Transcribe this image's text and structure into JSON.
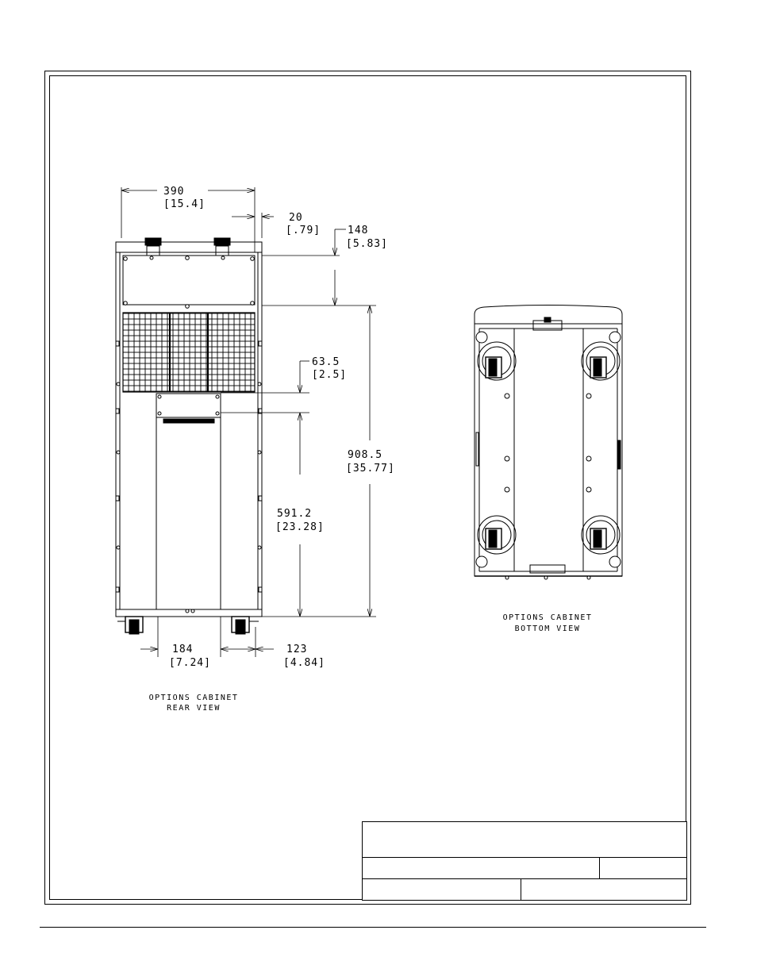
{
  "rear_view": {
    "caption_line1": "OPTIONS CABINET",
    "caption_line2": "REAR VIEW",
    "dims": {
      "w390_mm": "390",
      "w390_in": "[15.4]",
      "d20_mm": "20",
      "d20_in": "[.79]",
      "d148_mm": "148",
      "d148_in": "[5.83]",
      "d63_mm": "63.5",
      "d63_in": "[2.5]",
      "d908_mm": "908.5",
      "d908_in": "[35.77]",
      "d591_mm": "591.2",
      "d591_in": "[23.28]",
      "d184_mm": "184",
      "d184_in": "[7.24]",
      "d123_mm": "123",
      "d123_in": "[4.84]"
    }
  },
  "bottom_view": {
    "caption_line1": "OPTIONS CABINET",
    "caption_line2": "BOTTOM VIEW"
  },
  "title_block": {
    "title": "",
    "row2_left": "",
    "row2_right": "",
    "row3_left": "",
    "row3_right": ""
  }
}
